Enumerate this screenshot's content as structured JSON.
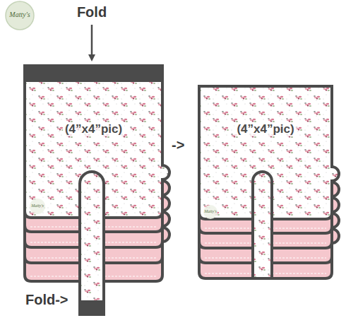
{
  "diagram": {
    "nodes": [
      {
        "text": [
          "(4”x4”pic)"
        ]
      },
      {
        "text": [
          "(4”x4”pic)"
        ]
      }
    ],
    "labels": [
      "Matty's",
      "Fold",
      "Fold->",
      "->",
      "Matty's",
      "Matty's"
    ]
  }
}
